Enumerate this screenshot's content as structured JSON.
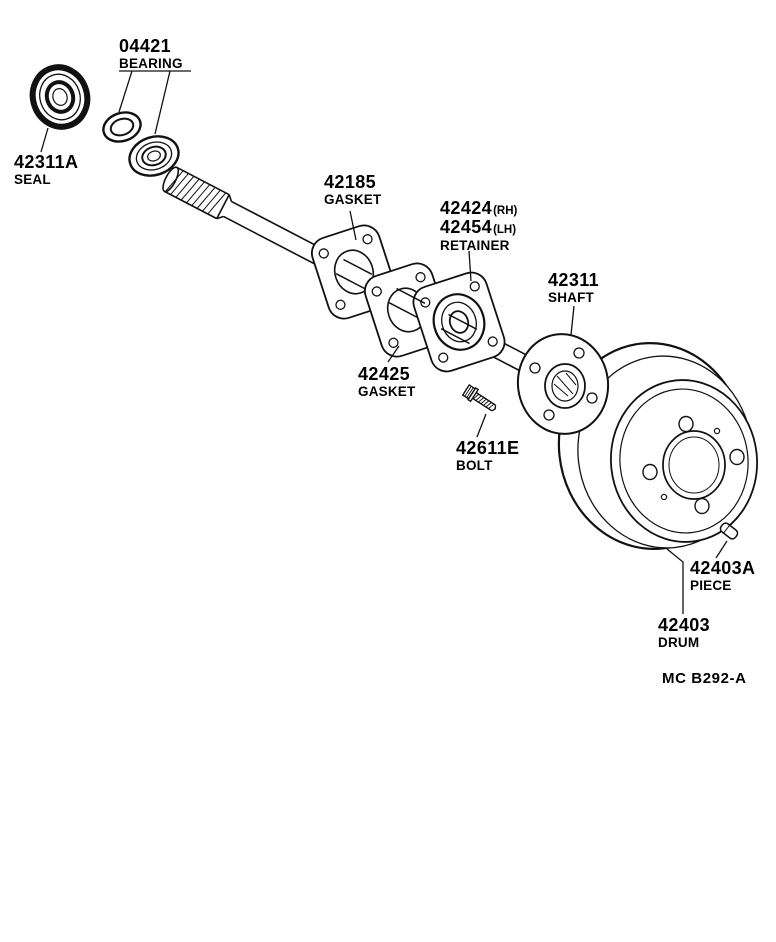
{
  "diagram": {
    "footer_code": "MC  B292-A",
    "colors": {
      "ink": "#111111",
      "background": "#ffffff"
    },
    "labels": {
      "seal": {
        "part": "42311A",
        "desc": "SEAL"
      },
      "bearing": {
        "part": "04421",
        "desc": "BEARING"
      },
      "gasket_front": {
        "part": "42185",
        "desc": "GASKET"
      },
      "retainer": {
        "part_rh": "42424",
        "rh": "(RH)",
        "part_lh": "42454",
        "lh": "(LH)",
        "desc": "RETAINER"
      },
      "gasket_rear": {
        "part": "42425",
        "desc": "GASKET"
      },
      "shaft": {
        "part": "42311",
        "desc": "SHAFT"
      },
      "bolt": {
        "part": "42611E",
        "desc": "BOLT"
      },
      "piece": {
        "part": "42403A",
        "desc": "PIECE"
      },
      "drum": {
        "part": "42403",
        "desc": "DRUM"
      }
    }
  }
}
